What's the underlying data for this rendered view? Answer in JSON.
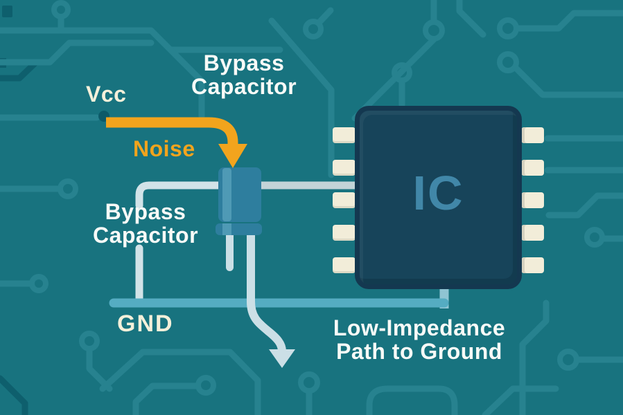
{
  "diagram": {
    "type": "bypass-capacitor-infographic",
    "labels": {
      "bypass_capacitor_top": "Bypass\nCapacitor",
      "vcc": "Vcc",
      "noise": "Noise",
      "bypass_capacitor_left": "Bypass\nCapacitor",
      "gnd": "GND",
      "low_impedance_path": "Low-Impedance\nPath to Ground"
    },
    "ic": {
      "label": "IC",
      "pins_per_side": 5
    },
    "icons": {
      "noise_arrow": "orange-curved-down-arrow",
      "ground_path_arrow": "light-blue-curved-down-arrow",
      "capacitor": "two-lead-bypass-capacitor",
      "via_dot": "pcb-via-dot",
      "background": "pcb-circuit-traces"
    },
    "colors": {
      "bg": "#18737F",
      "trace": "#27828F",
      "trace_dark": "#0E5F6D",
      "wire": "#D2E3E8",
      "wire_gray": "#C3D4D8",
      "gnd_bar": "#55ACC2",
      "gnd_connector": "#8FC4D3",
      "ic_body": "#17445A",
      "ic_border": "#143850",
      "ic_text": "#4187A8",
      "pin": "#F2EDD9",
      "cap_body": "#2E7E9E",
      "cap_stripe": "#4F9AB5",
      "cap_leg": "#CBDFE6",
      "noise_orange": "#F2A41D",
      "via_dark": "#0C5A68",
      "text_white": "#F8FAF7",
      "text_cream": "#F4F0DA"
    }
  }
}
